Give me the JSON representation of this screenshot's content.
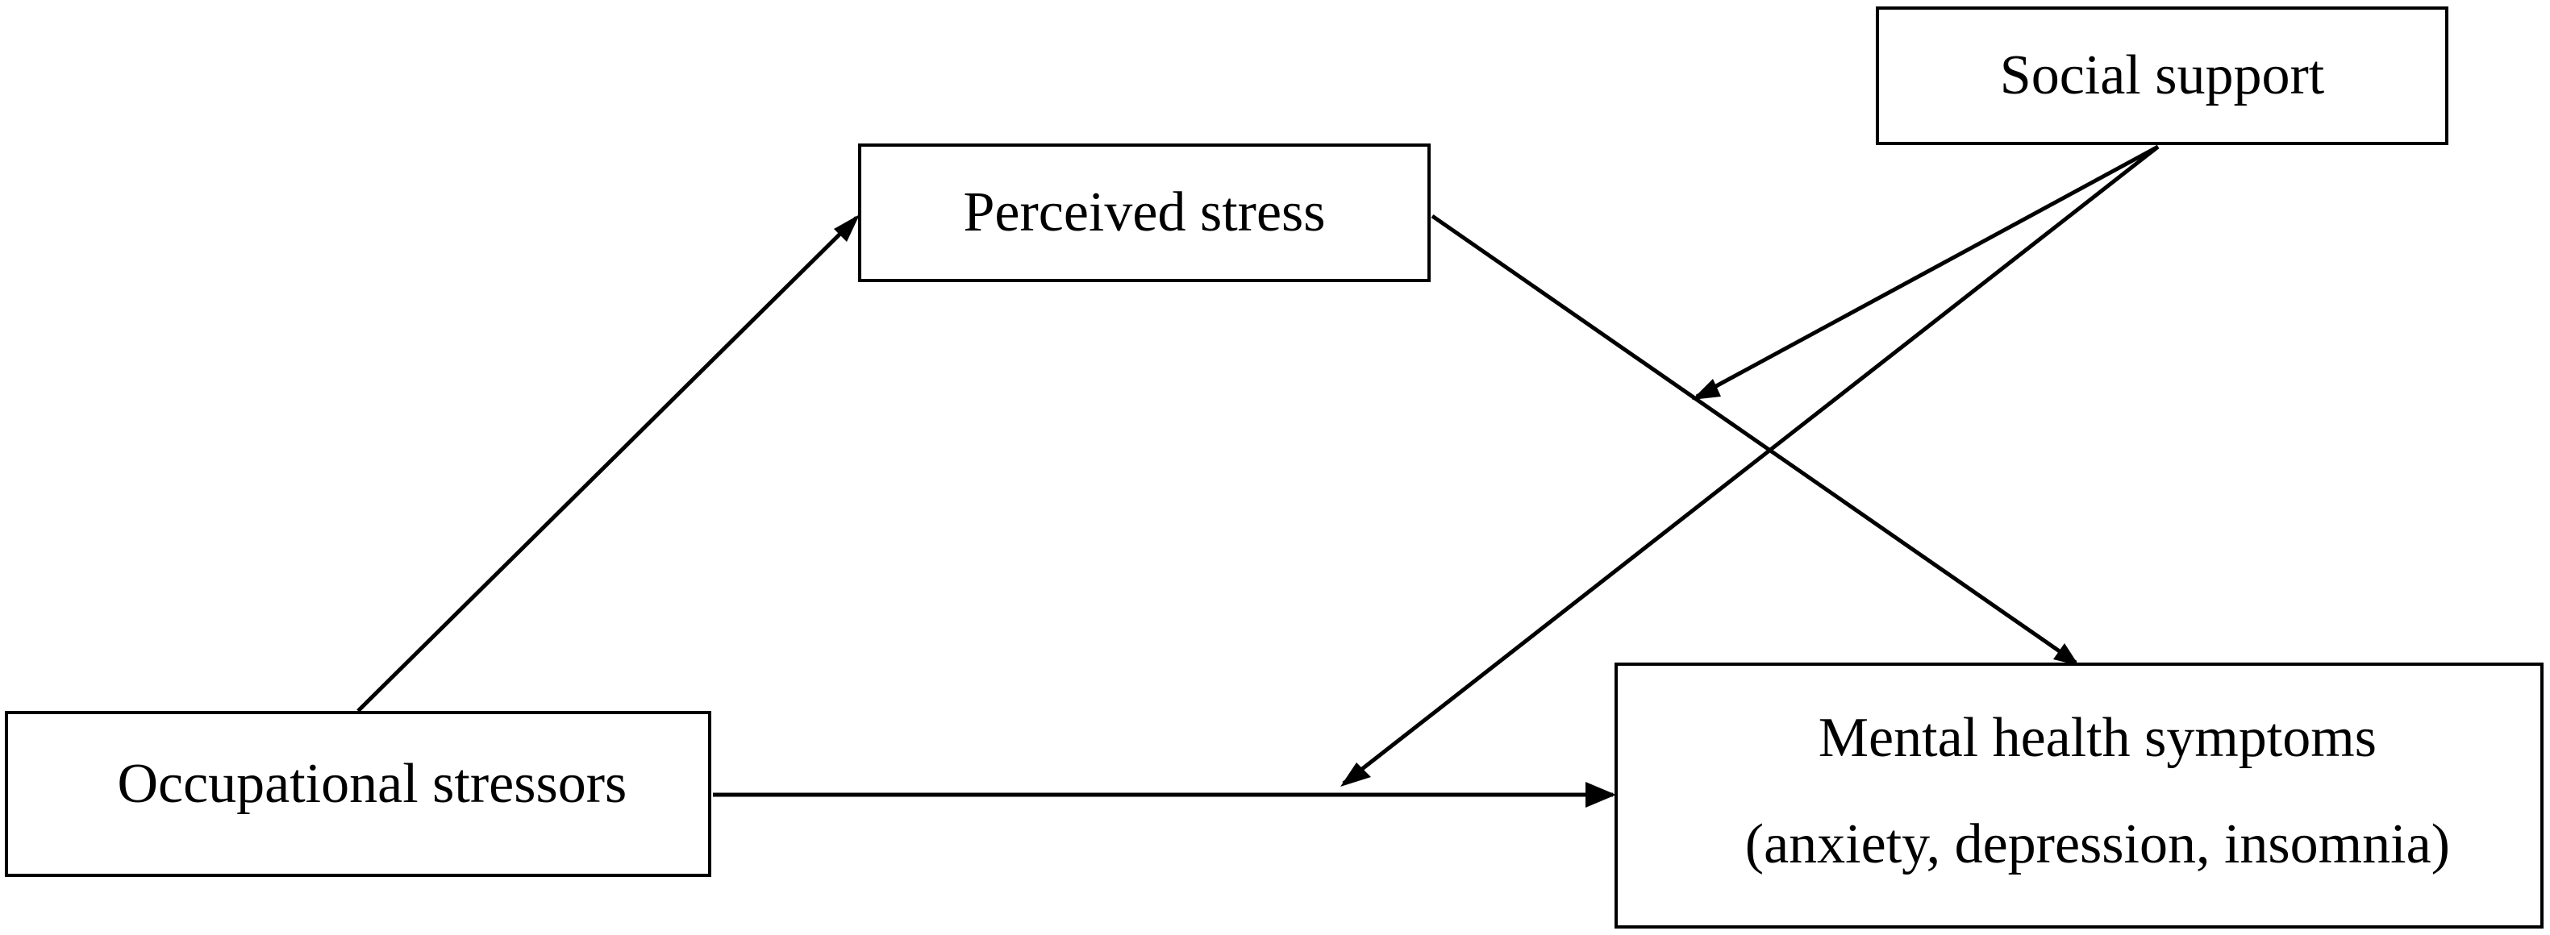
{
  "nodes": {
    "perceived_stress": {
      "label": "Perceived stress"
    },
    "social_support": {
      "label": "Social support"
    },
    "occupational_stressors": {
      "label": "Occupational stressors"
    },
    "mental_health": {
      "label_line1": "Mental health symptoms",
      "label_line2": "(anxiety, depression, insomnia)"
    }
  },
  "edges": [
    {
      "from": "Occupational stressors",
      "to": "Perceived stress"
    },
    {
      "from": "Perceived stress",
      "to": "Mental health symptoms"
    },
    {
      "from": "Occupational stressors",
      "to": "Mental health symptoms"
    },
    {
      "from": "Social support",
      "to": "Perceived stress → Mental health symptoms path"
    },
    {
      "from": "Social support",
      "to": "Occupational stressors → Mental health symptoms path"
    }
  ],
  "colors": {
    "stroke": "#000000",
    "background": "#ffffff"
  }
}
